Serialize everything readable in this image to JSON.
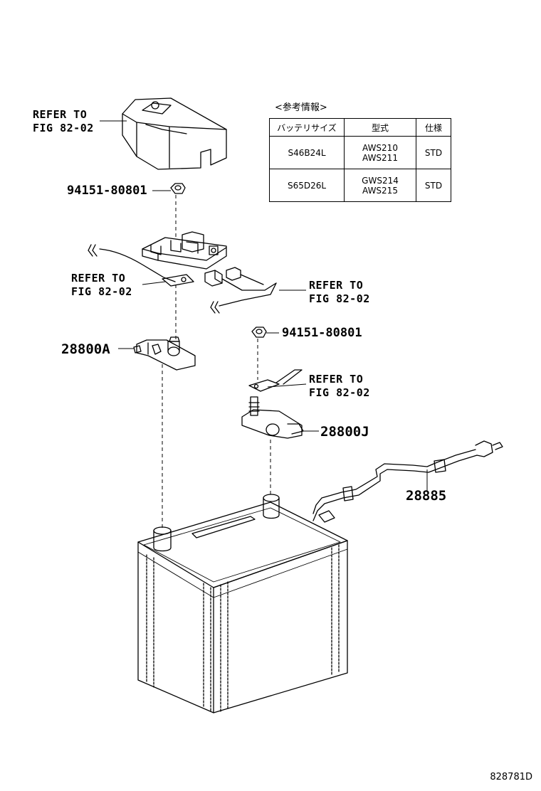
{
  "callouts": {
    "cover_ref": "REFER TO\nFIG 82-02",
    "plate_ref": "REFER TO\nFIG 82-02",
    "wire_ref": "REFER TO\nFIG 82-02",
    "neg_ref": "REFER TO\nFIG 82-02"
  },
  "parts": {
    "nut_upper": "94151-80801",
    "nut_lower": "94151-80801",
    "terminal_pos": "28800A",
    "terminal_neg": "28800J",
    "cable": "28885"
  },
  "reference_table": {
    "title": "<参考情報>",
    "headers": [
      "バッテリサイズ",
      "型式",
      "仕様"
    ],
    "rows": [
      {
        "size": "S46B24L",
        "models": [
          "AWS210",
          "AWS211"
        ],
        "spec": "STD"
      },
      {
        "size": "S65D26L",
        "models": [
          "GWS214",
          "AWS215"
        ],
        "spec": "STD"
      }
    ]
  },
  "sheet_id": "828781D"
}
